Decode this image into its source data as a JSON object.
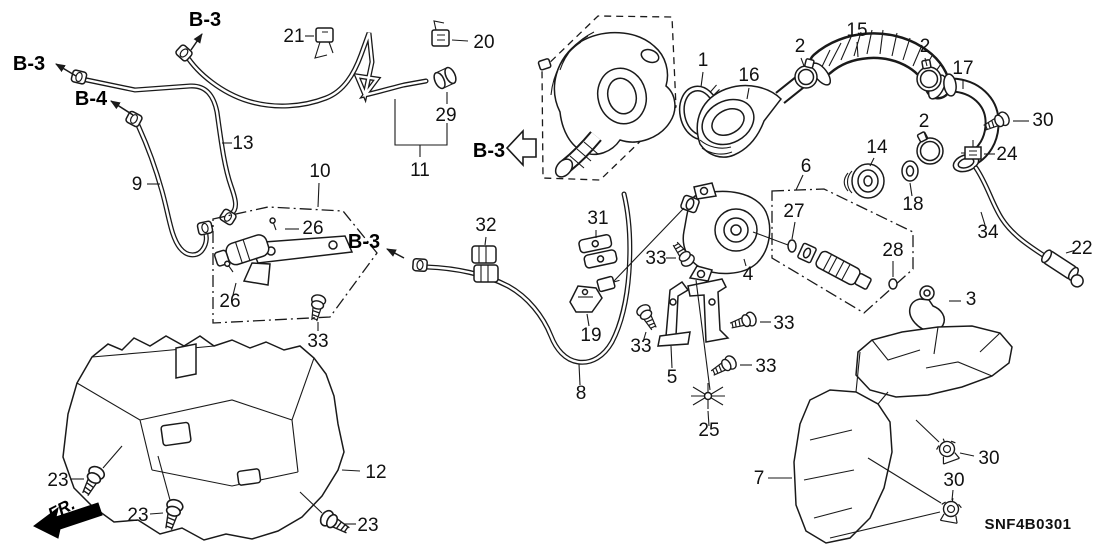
{
  "diagram": {
    "code": "SNF4B0301",
    "fr_label": "FR.",
    "background_color": "#ffffff",
    "line_color": "#1a1a1a"
  },
  "refs": {
    "b3": "B-3",
    "b4": "B-4"
  },
  "parts": {
    "p1": "1",
    "p2": "2",
    "p3": "3",
    "p4": "4",
    "p5": "5",
    "p6": "6",
    "p7": "7",
    "p8": "8",
    "p9": "9",
    "p10": "10",
    "p11": "11",
    "p12": "12",
    "p13": "13",
    "p14": "14",
    "p15": "15",
    "p16": "16",
    "p17": "17",
    "p18": "18",
    "p19": "19",
    "p20": "20",
    "p21": "21",
    "p22": "22",
    "p23": "23",
    "p24": "24",
    "p25": "25",
    "p26": "26",
    "p27": "27",
    "p28": "28",
    "p29": "29",
    "p30": "30",
    "p31": "31",
    "p32": "32",
    "p33": "33",
    "p34": "34"
  }
}
